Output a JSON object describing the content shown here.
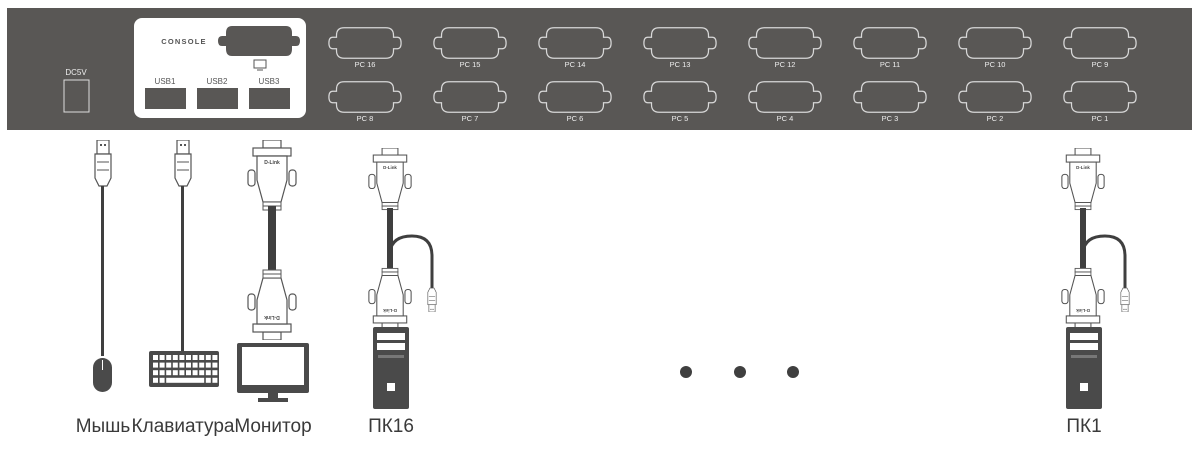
{
  "panel": {
    "power_label": "DC5V",
    "console_label": "CONSOLE",
    "usb_ports": [
      "USB1",
      "USB2",
      "USB3"
    ],
    "top_ports": [
      "PC 16",
      "PC 15",
      "PC 14",
      "PC 13",
      "PC 12",
      "PC 11",
      "PC 10",
      "PC 9"
    ],
    "bottom_ports": [
      "PC 8",
      "PC 7",
      "PC 6",
      "PC 5",
      "PC 4",
      "PC 3",
      "PC 2",
      "PC 1"
    ],
    "connector_brand": "D-Link"
  },
  "devices": {
    "mouse": "Мышь",
    "keyboard": "Клавиатура",
    "monitor": "Монитор",
    "pc16": "ПК16",
    "pc1": "ПК1"
  },
  "colors": {
    "panel": "#595755",
    "cable": "#3f3f3f",
    "device": "#4a4a4a"
  }
}
